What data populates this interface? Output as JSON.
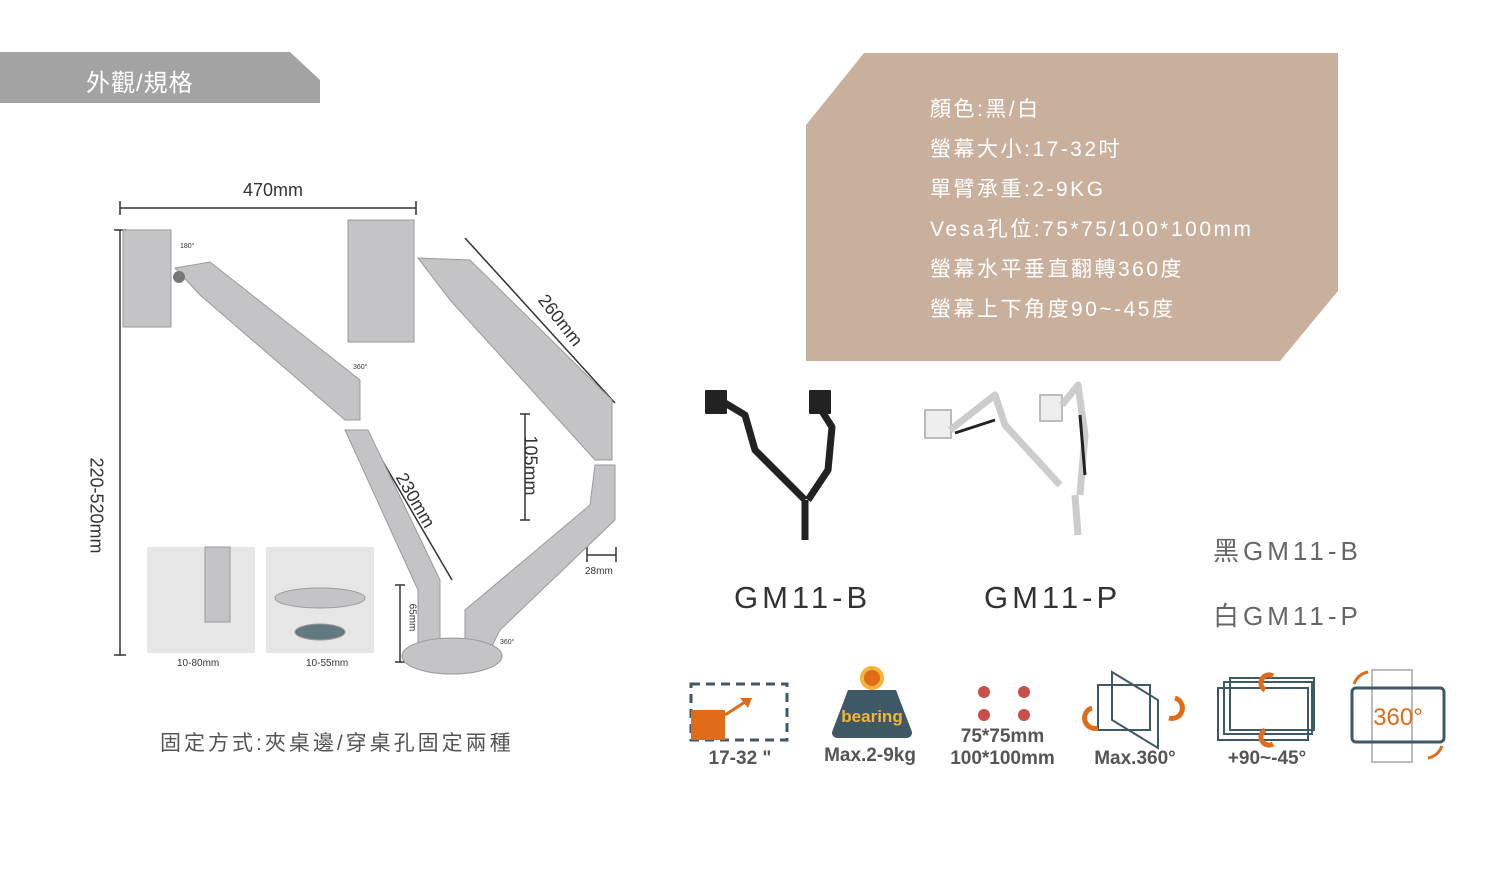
{
  "header": {
    "tab_label": "外觀/規格"
  },
  "specs": [
    "顏色:黑/白",
    "螢幕大小:17-32吋",
    "單臂承重:2-9KG",
    "Vesa孔位:75*75/100*100mm",
    "螢幕水平垂直翻轉360度",
    "螢幕上下角度90~-45度"
  ],
  "diagram": {
    "width": "470mm",
    "height": "220-520mm",
    "upper_arm": "260mm",
    "lower_arm": "230mm",
    "pole": "105mm",
    "base": "65mm",
    "offset": "28mm",
    "rot_180": "180°",
    "rot_360_a": "360°",
    "rot_360_b": "360°",
    "clamp_range": "10-80mm",
    "grommet_range": "10-55mm"
  },
  "mounting_caption": "固定方式:夾桌邊/穿桌孔固定兩種",
  "products": [
    {
      "label": "GM11-B"
    },
    {
      "label": "GM11-P"
    }
  ],
  "variants": [
    "黑GM11-B",
    "白GM11-P"
  ],
  "features": [
    {
      "icon": "screen-size-icon",
      "label": "17-32 \""
    },
    {
      "icon": "weight-bearing-icon",
      "badge": "bearing",
      "label": "Max.2-9kg"
    },
    {
      "icon": "vesa-holes-icon",
      "label": "75*75mm",
      "label2": "100*100mm"
    },
    {
      "icon": "swivel-icon",
      "label": "Max.360°"
    },
    {
      "icon": "tilt-icon",
      "label": "+90~-45°"
    },
    {
      "icon": "rotate-360-icon",
      "badge": "360°"
    }
  ],
  "colors": {
    "accent": "#e06c1a",
    "panel": "#c9b09d",
    "tab": "#a3a3a3",
    "icon_dark": "#3f5866"
  }
}
